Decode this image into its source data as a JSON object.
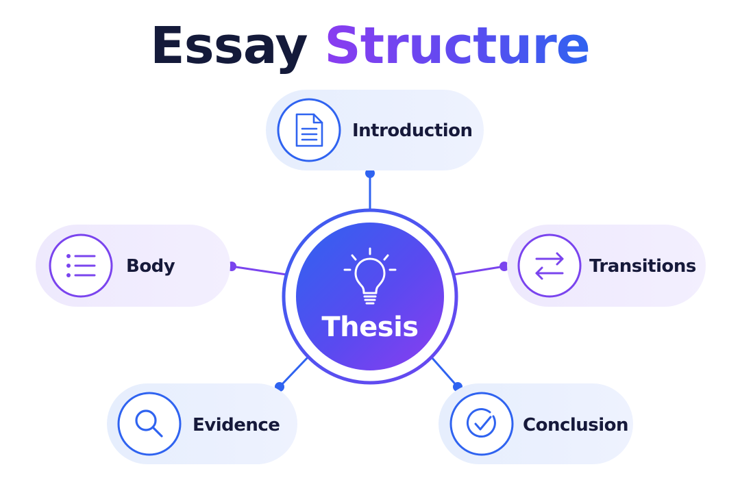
{
  "title": {
    "part1": "Essay",
    "part2": "Structure"
  },
  "center": {
    "label": "Thesis",
    "icon": "lightbulb-icon"
  },
  "nodes": {
    "introduction": {
      "label": "Introduction",
      "icon": "document-icon"
    },
    "body": {
      "label": "Body",
      "icon": "list-icon"
    },
    "transitions": {
      "label": "Transitions",
      "icon": "swap-arrows-icon"
    },
    "evidence": {
      "label": "Evidence",
      "icon": "magnifier-icon"
    },
    "conclusion": {
      "label": "Conclusion",
      "icon": "check-circle-icon"
    }
  },
  "colors": {
    "title_dark": "#141a3a",
    "blue": "#2f63f0",
    "purple": "#8a3cf0",
    "pill_blue": "#e8effd",
    "pill_purple": "#efeafd"
  }
}
